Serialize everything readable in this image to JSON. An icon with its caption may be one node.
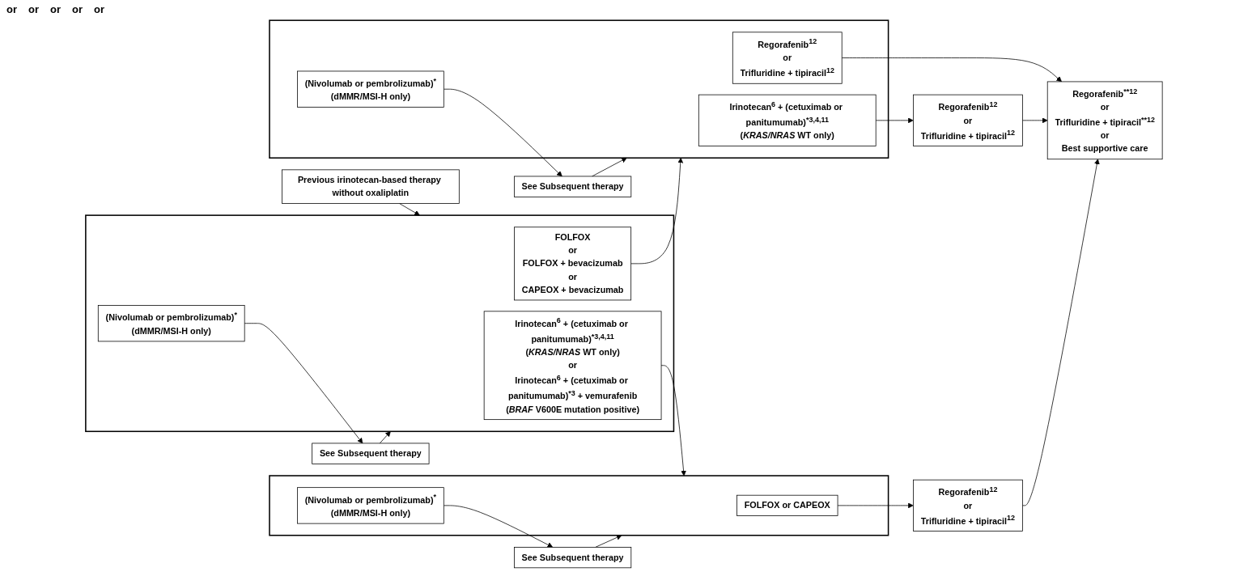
{
  "diagram": {
    "nodes": [
      {
        "text": [
          "Previous irinotecan-based therapy without oxaliplatin"
        ]
      },
      {
        "text": [],
        "shape": "bar"
      },
      {
        "text": [
          "FOLFOX",
          "or",
          "FOLFOX + bevacizumab",
          "or",
          "CAPEOX + bevacizumab"
        ],
        "in": 1
      },
      {
        "text": [
          "Irinotecan$^{6}$ + (cetuximab or panitumumab)$^{*3,4,11}$",
          "(*KRAS/NRAS* WT only)",
          "or",
          "Irinotecan$^{6}$ + (cetuximab or panitumumab)$^{*3}$ + vemurafenib",
          "(*BRAF* V600E mutation positive)"
        ],
        "in": 1
      },
      {
        "text": [
          "(Nivolumab or pembrolizumab)$^{*}$",
          "(dMMR/MSI-H only)"
        ],
        "in": 1
      },
      {
        "text": [
          "See Subsequent therapy"
        ]
      },
      {
        "text": [],
        "shape": "bar"
      },
      {
        "text": [
          "Irinotecan$^{6}$ + (cetuximab or panitumumab)$^{*3,4,11}$",
          "(*KRAS/NRAS* WT only)"
        ],
        "in": 6
      },
      {
        "text": [
          "Regorafenib$^{12}$",
          "or",
          "Trifluridine + tipiracil$^{12}$"
        ],
        "in": 6
      },
      {
        "text": [
          "(Nivolumab or pembrolizumab)$^{*}$",
          "(dMMR/MSI-H only)"
        ],
        "in": 6
      },
      {
        "text": [
          "See Subsequent therapy"
        ]
      },
      {
        "text": [],
        "shape": "bar"
      },
      {
        "text": [
          "FOLFOX or CAPEOX"
        ],
        "in": 11
      },
      {
        "text": [
          "(Nivolumab or pembrolizumab)$^{*}$",
          "(dMMR/MSI-H only)"
        ],
        "in": 11
      },
      {
        "text": [
          "See Subsequent therapy"
        ]
      },
      {
        "text": [
          "Regorafenib$^{12}$",
          "or",
          "Trifluridine + tipiracil$^{12}$"
        ]
      },
      {
        "text": [
          "Regorafenib$^{12}$",
          "or",
          "Trifluridine + tipiracil$^{12}$"
        ]
      },
      {
        "text": [
          "Regorafenib$^{**12}$",
          "or",
          "Trifluridine + tipiracil$^{**12}$",
          "or",
          "Best supportive care"
        ]
      }
    ],
    "edges": [
      {
        "from": 0,
        "to": 1,
        "arrow": "to"
      },
      {
        "from": 5,
        "to": 1,
        "arrow": "to"
      },
      {
        "from": 2,
        "to": 6,
        "arrow": "to"
      },
      {
        "from": 3,
        "to": 11,
        "arrow": "to"
      },
      {
        "from": 4,
        "to": 5,
        "arrow": "to"
      },
      {
        "from": 7,
        "to": 15,
        "arrow": "to"
      },
      {
        "from": 8,
        "to": 17,
        "arrow": "to"
      },
      {
        "from": 9,
        "to": 10,
        "arrow": "to"
      },
      {
        "from": 10,
        "to": 6,
        "arrow": "to"
      },
      {
        "from": 12,
        "to": 16,
        "arrow": "to"
      },
      {
        "from": 13,
        "to": 14,
        "arrow": "to"
      },
      {
        "from": 14,
        "to": 11,
        "arrow": "to"
      },
      {
        "from": 15,
        "to": 17,
        "arrow": "to"
      },
      {
        "from": 16,
        "to": 17,
        "arrow": "to"
      }
    ],
    "labels": [
      "or",
      "or",
      "or",
      "or",
      "or"
    ]
  }
}
